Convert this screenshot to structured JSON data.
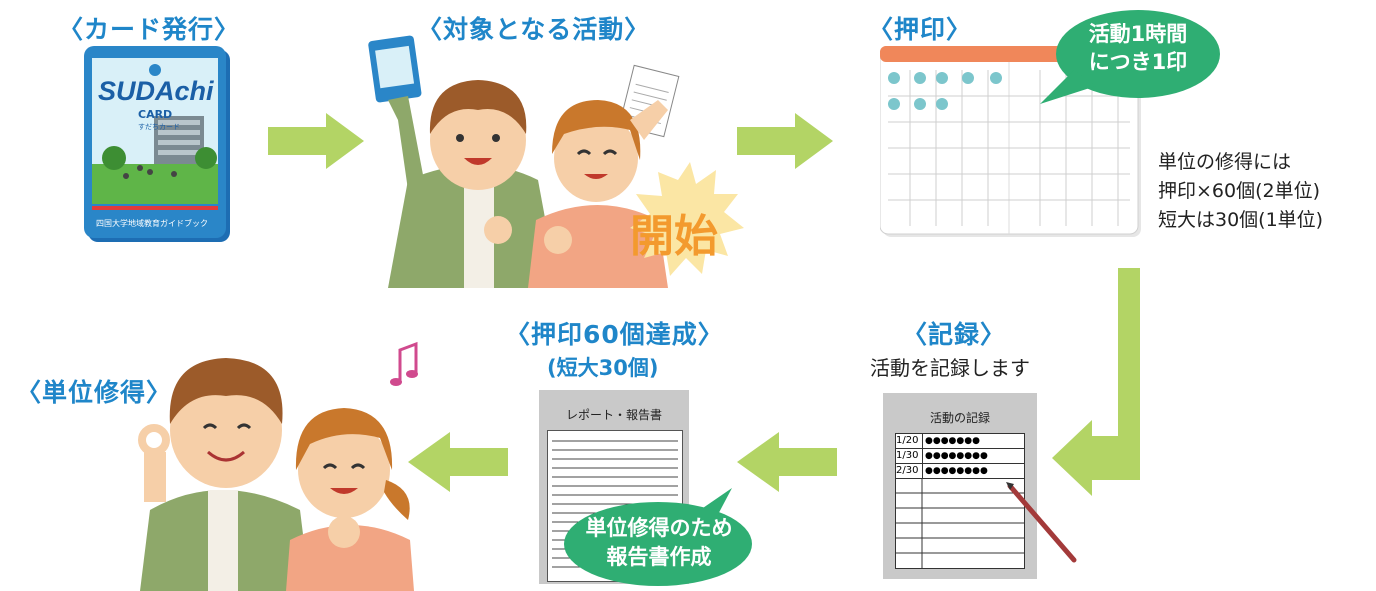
{
  "steps": {
    "card_issue": {
      "title": "〈カード発行〉"
    },
    "activities": {
      "title": "〈対象となる活動〉",
      "start_badge": "開始"
    },
    "stamp": {
      "title": "〈押印〉",
      "bubble_line1": "活動1時間",
      "bubble_line2": "につき1印"
    },
    "credit_note": [
      "単位の修得には",
      "押印×60個(2単位)",
      "短大は30個(1単位)"
    ],
    "record": {
      "title": "〈記録〉",
      "subtitle": "活動を記録します"
    },
    "achieve": {
      "title": "〈押印60個達成〉",
      "subtitle": "(短大30個)"
    },
    "credit": {
      "title": "〈単位修得〉"
    }
  },
  "card": {
    "brand": "SUDAchi",
    "sub": "CARD",
    "kana": "すだちカード",
    "footer": "四国大学地域教育ガイドブック"
  },
  "record_sheet": {
    "heading": "活動の記録",
    "rows": [
      {
        "date": "1/20",
        "dots": "●●●●●●●"
      },
      {
        "date": "1/30",
        "dots": "●●●●●●●●"
      },
      {
        "date": "2/30",
        "dots": "●●●●●●●●"
      }
    ]
  },
  "report_sheet": {
    "heading": "レポート・報告書",
    "bubble_line1": "単位修得のため",
    "bubble_line2": "報告書作成"
  },
  "colors": {
    "title_blue": "#1f86c9",
    "arrow_green": "#b3d465",
    "bubble_green": "#2fae73",
    "start_orange": "#f39a2e"
  }
}
